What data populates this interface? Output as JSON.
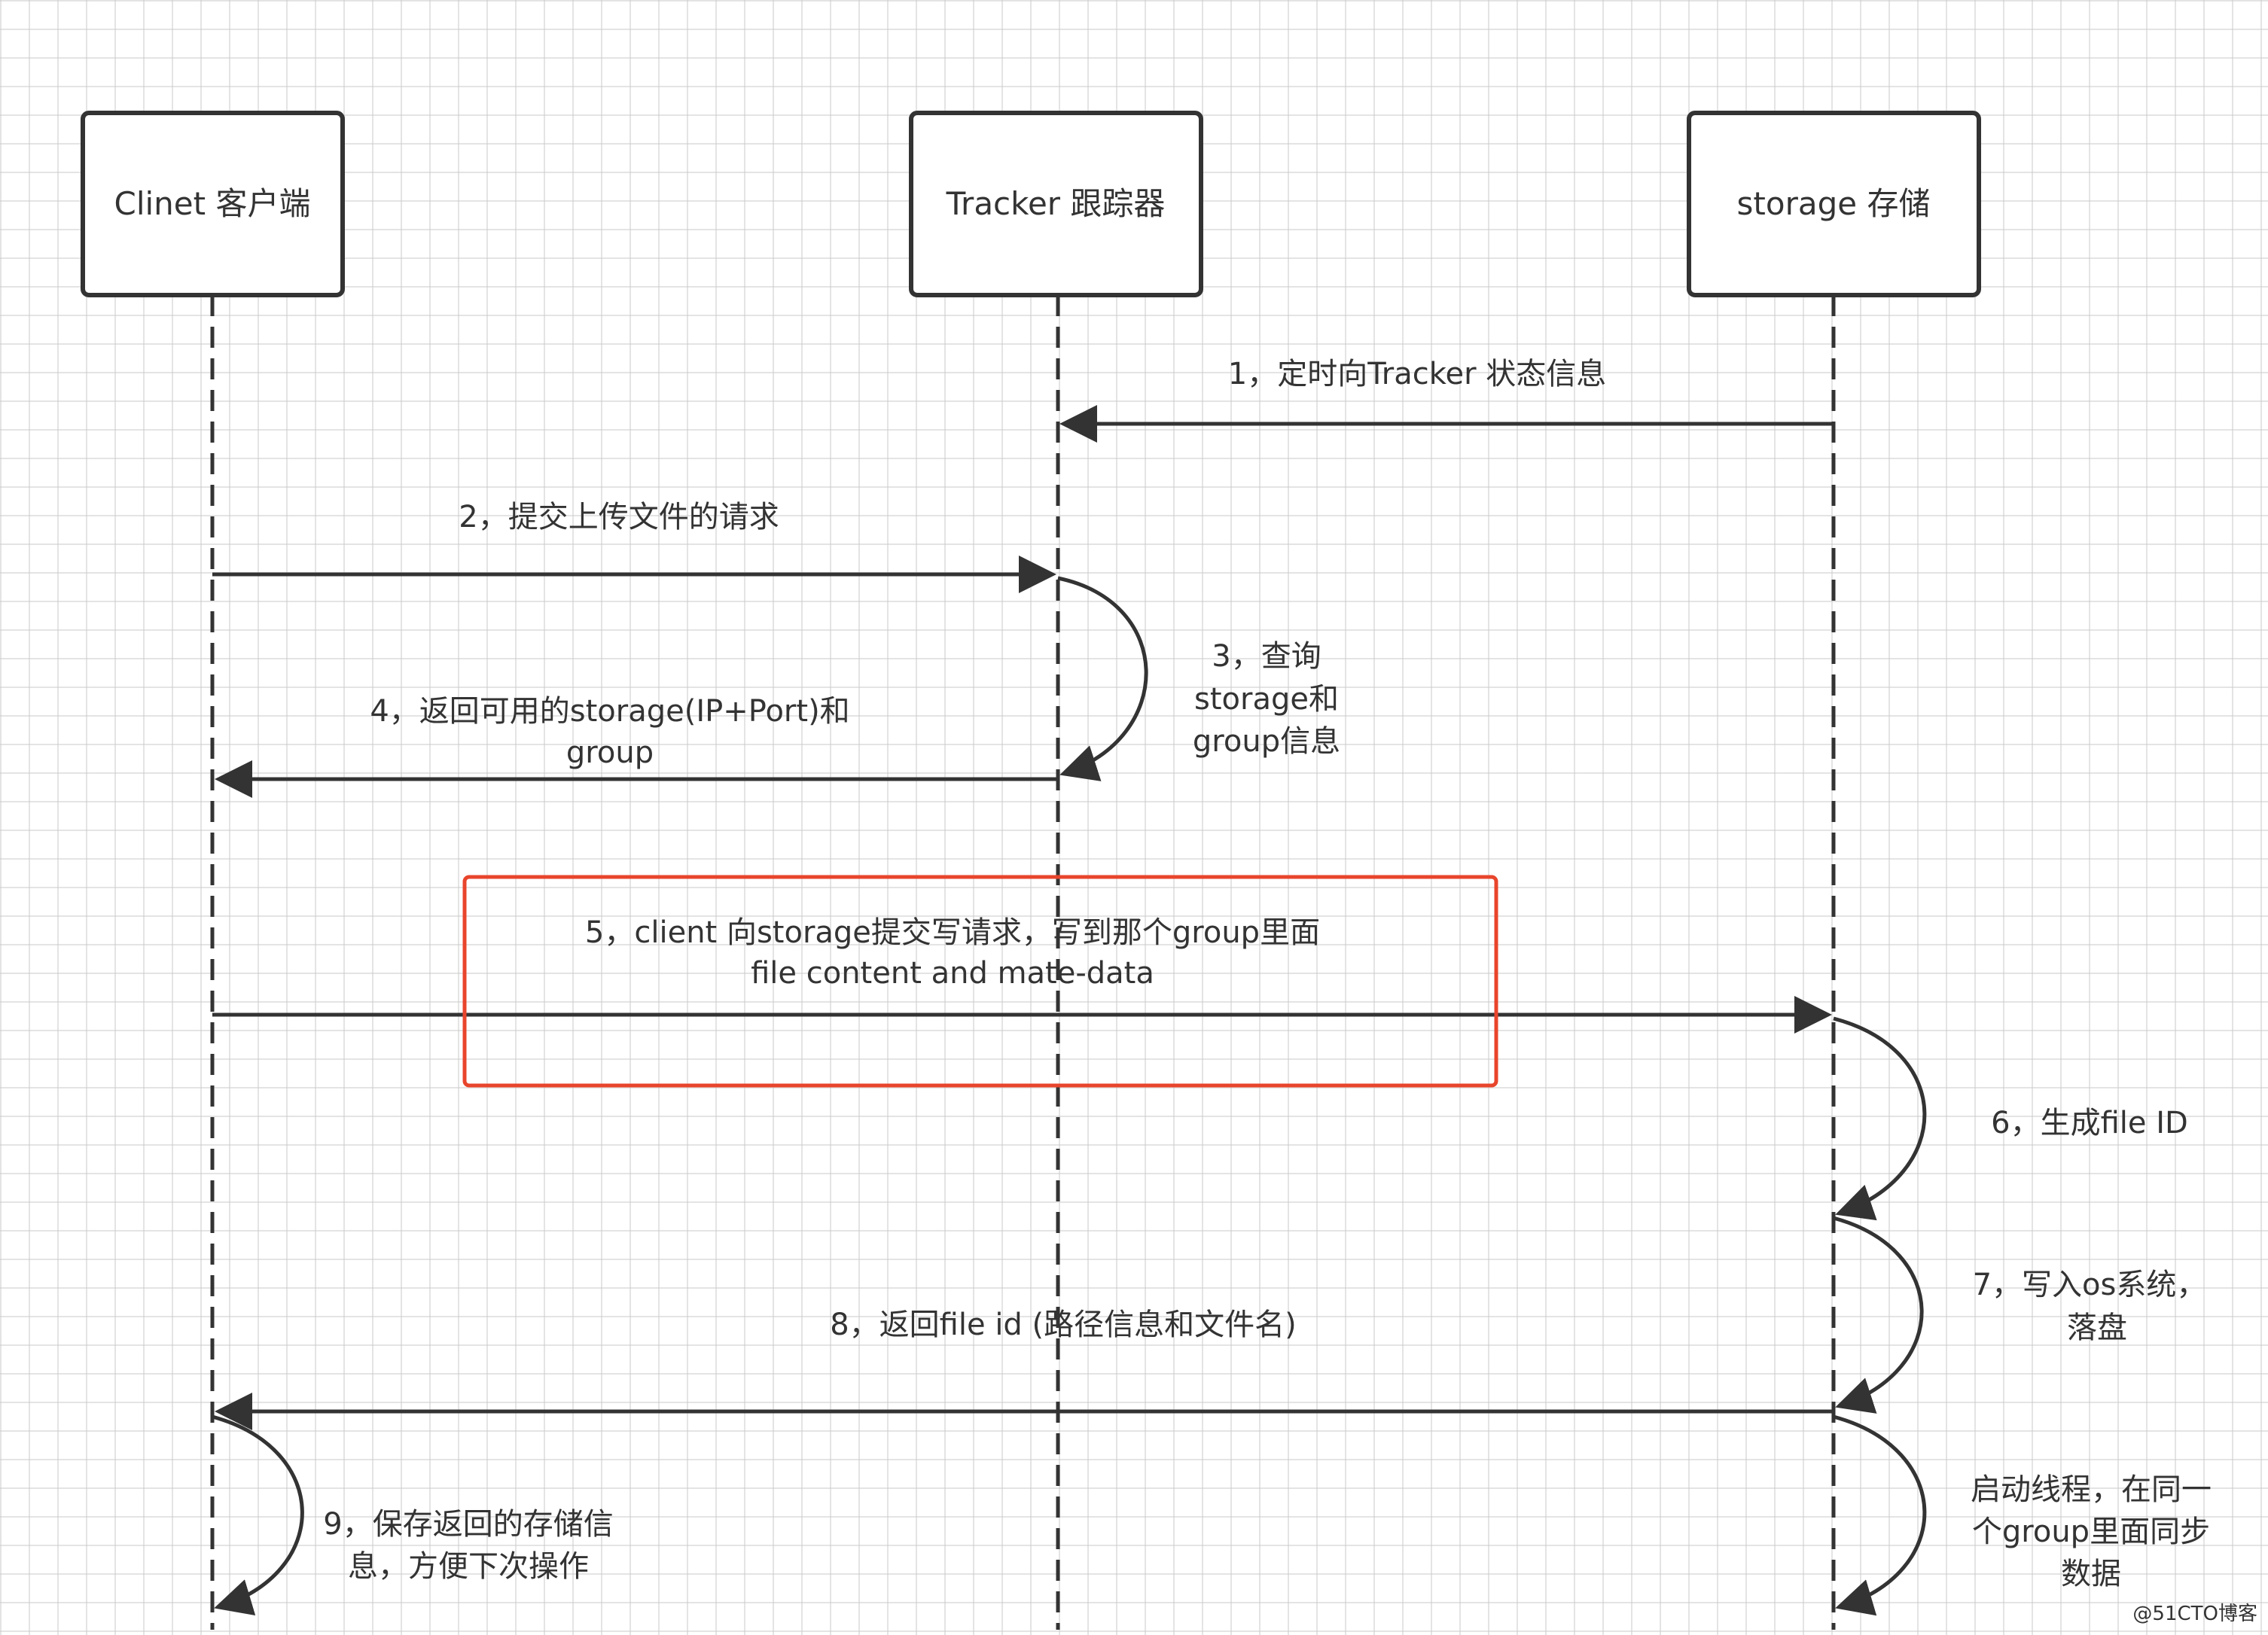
{
  "participants": {
    "client": "Clinet 客户端",
    "tracker": "Tracker 跟踪器",
    "storage": "storage 存储"
  },
  "messages": {
    "m1": "1，定时向Tracker 状态信息",
    "m2": "2，提交上传文件的请求",
    "m3": [
      "3，查询",
      "storage和",
      "group信息"
    ],
    "m4": [
      "4，返回可用的storage(IP+Port)和",
      "group"
    ],
    "m5": [
      "5，client 向storage提交写请求，写到那个group里面",
      "file content and mate-data"
    ],
    "m6": "6，生成file ID",
    "m7": [
      "7，写入os系统，",
      "落盘"
    ],
    "m8": "8，返回file id (路径信息和文件名)",
    "m9": [
      "9，保存返回的存储信",
      "息，方便下次操作"
    ],
    "m10": [
      "启动线程，在同一",
      "个group里面同步",
      "数据"
    ]
  },
  "watermark": "@51CTO博客",
  "colors": {
    "line": "#333333",
    "highlight": "#e8452c",
    "grid": "#cdcdcd"
  }
}
